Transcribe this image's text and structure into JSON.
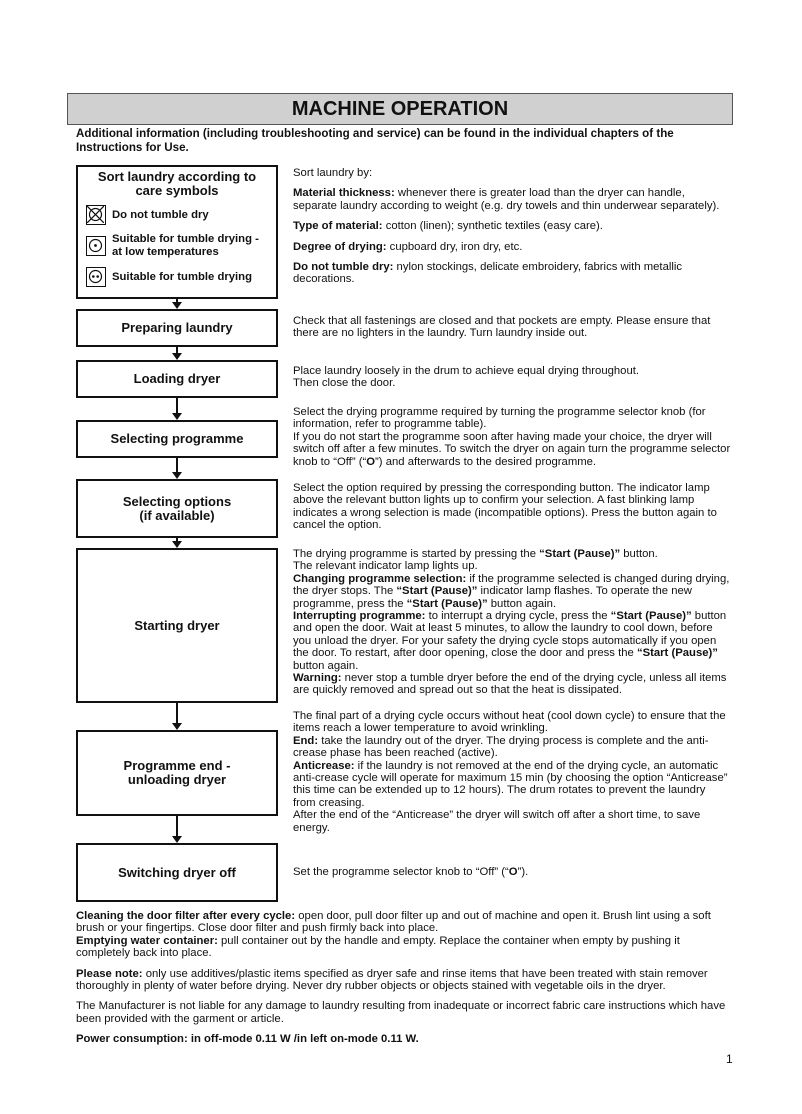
{
  "title": "MACHINE OPERATION",
  "intro": "Additional information (including troubleshooting and service) can be found in the individual chapters of the Instructions for Use.",
  "sort_box": {
    "heading": "Sort laundry according to care symbols",
    "symbols": [
      {
        "icon": "do-not-tumble-dry-icon",
        "label": "Do not tumble dry"
      },
      {
        "icon": "tumble-dry-low-icon",
        "label": "Suitable for tumble drying - at low temperatures"
      },
      {
        "icon": "tumble-dry-normal-icon",
        "label": "Suitable for tumble drying"
      }
    ]
  },
  "sort_desc": {
    "lead": "Sort laundry by:",
    "items": [
      {
        "label": "Material thickness:",
        "text": " whenever there is greater load than the dryer can handle, separate laundry according to weight (e.g. dry towels and thin underwear separately)."
      },
      {
        "label": "Type of material:",
        "text": " cotton (linen); synthetic textiles (easy care)."
      },
      {
        "label": "Degree of drying:",
        "text": " cupboard dry, iron dry, etc."
      },
      {
        "label": "Do not tumble dry:",
        "text": " nylon stockings, delicate embroidery, fabrics with metallic decorations."
      }
    ]
  },
  "steps": {
    "preparing": {
      "label": "Preparing laundry",
      "desc": "Check that all fastenings are closed and that pockets are empty. Please ensure that there are no lighters in the laundry. Turn laundry inside out."
    },
    "loading": {
      "label": "Loading dryer",
      "desc1": "Place laundry loosely in the drum to achieve equal drying throughout.",
      "desc2": "Then close the door."
    },
    "selecting_programme": {
      "label": "Selecting programme",
      "desc1": "Select the drying programme required by turning the programme selector knob (for information, refer to programme table).",
      "desc2_a": "If you do not start the programme soon after having made your choice, the dryer will switch off after a few minutes. To switch the dryer on again turn the programme selector knob to “Off” (“",
      "desc2_b": "O",
      "desc2_c": "”) and afterwards to the desired programme."
    },
    "selecting_options": {
      "label_1": "Selecting options",
      "label_2": "(if available)",
      "desc": "Select the option required by pressing the corresponding button. The indicator lamp above the relevant button lights up to confirm your selection. A fast blinking lamp indicates a wrong selection is made (incompatible options). Press the button again to cancel the option."
    },
    "starting": {
      "label": "Starting dryer",
      "p1_a": "The drying programme is started by pressing the ",
      "start_pause": "“Start (Pause)”",
      "p1_b": " button.",
      "p2": "The relevant indicator lamp lights up.",
      "change_label": "Changing programme selection:",
      "change_a": " if the programme selected is changed during drying, the dryer stops. The ",
      "change_b": " indicator lamp flashes. To operate the new programme, press the ",
      "change_c": " button again.",
      "interrupt_label": "Interrupting programme:",
      "interrupt_a": " to interrupt a drying cycle, press the ",
      "interrupt_b": " button and open the door. Wait at least 5 minutes, to allow the laundry to cool down, before you unload the dryer. For your safety the drying cycle stops automatically if you open the door. To restart, after door opening, close the door and press the ",
      "interrupt_c": " button again.",
      "warning_label": "Warning:",
      "warning_text": " never stop a tumble dryer before the end of the drying cycle, unless all items are quickly removed and spread out so that the heat is dissipated."
    },
    "programme_end": {
      "label_1": "Programme end -",
      "label_2": "unloading dryer",
      "p1": "The final part of a drying cycle occurs without heat (cool down cycle) to ensure that the items reach a lower temperature to avoid wrinkling.",
      "end_label": "End:",
      "end_text": " take the laundry out of the dryer. The drying process is complete and the anti-crease phase has been reached (active).",
      "anti_label": "Anticrease:",
      "anti_text": " if the laundry is not removed at the end of the drying cycle, an automatic anti-crease cycle will operate for maximum 15 min (by choosing the option “Anticrease” this time can be extended up to 12 hours). The drum rotates to prevent the laundry from creasing.",
      "p_last": "After the end of the “Anticrease” the dryer will switch off after a short time, to save energy."
    },
    "switching_off": {
      "label": "Switching dryer off",
      "desc_a": "Set the programme selector knob to “Off” (“",
      "desc_b": "O",
      "desc_c": "”)."
    }
  },
  "footer": {
    "filter_label": "Cleaning the door filter after every cycle:",
    "filter_text": " open door, pull door filter up and out of machine and open it. Brush lint using a soft brush or your fingertips. Close door filter and push firmly back into place.",
    "water_label": "Emptying water container:",
    "water_text": " pull container out by the handle and empty. Replace the container when empty by pushing it completely back into place.",
    "note_label": "Please note:",
    "note_text": " only use additives/plastic items specified as dryer safe and rinse items that have been treated with stain remover thoroughly in plenty of water before drying. Never dry rubber objects or objects stained with vegetable oils in the dryer.",
    "liability": "The Manufacturer is not liable for any damage to laundry resulting from inadequate or incorrect fabric care instructions which have been provided with the garment or article.",
    "power": "Power consumption: in off-mode 0.11 W /in left on-mode 0.11 W."
  },
  "page_number": "1"
}
